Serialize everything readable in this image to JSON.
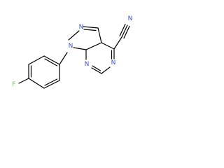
{
  "molecule": {
    "atoms": {
      "F": {
        "symbol": "F",
        "color": "#78c850"
      },
      "N1": {
        "symbol": "N",
        "color": "#3050f8"
      },
      "N2": {
        "symbol": "N",
        "color": "#3050f8"
      },
      "N5": {
        "symbol": "N",
        "color": "#3050f8"
      },
      "N7": {
        "symbol": "N",
        "color": "#3050f8"
      },
      "N_nitrile": {
        "symbol": "N",
        "color": "#3050f8"
      }
    }
  }
}
